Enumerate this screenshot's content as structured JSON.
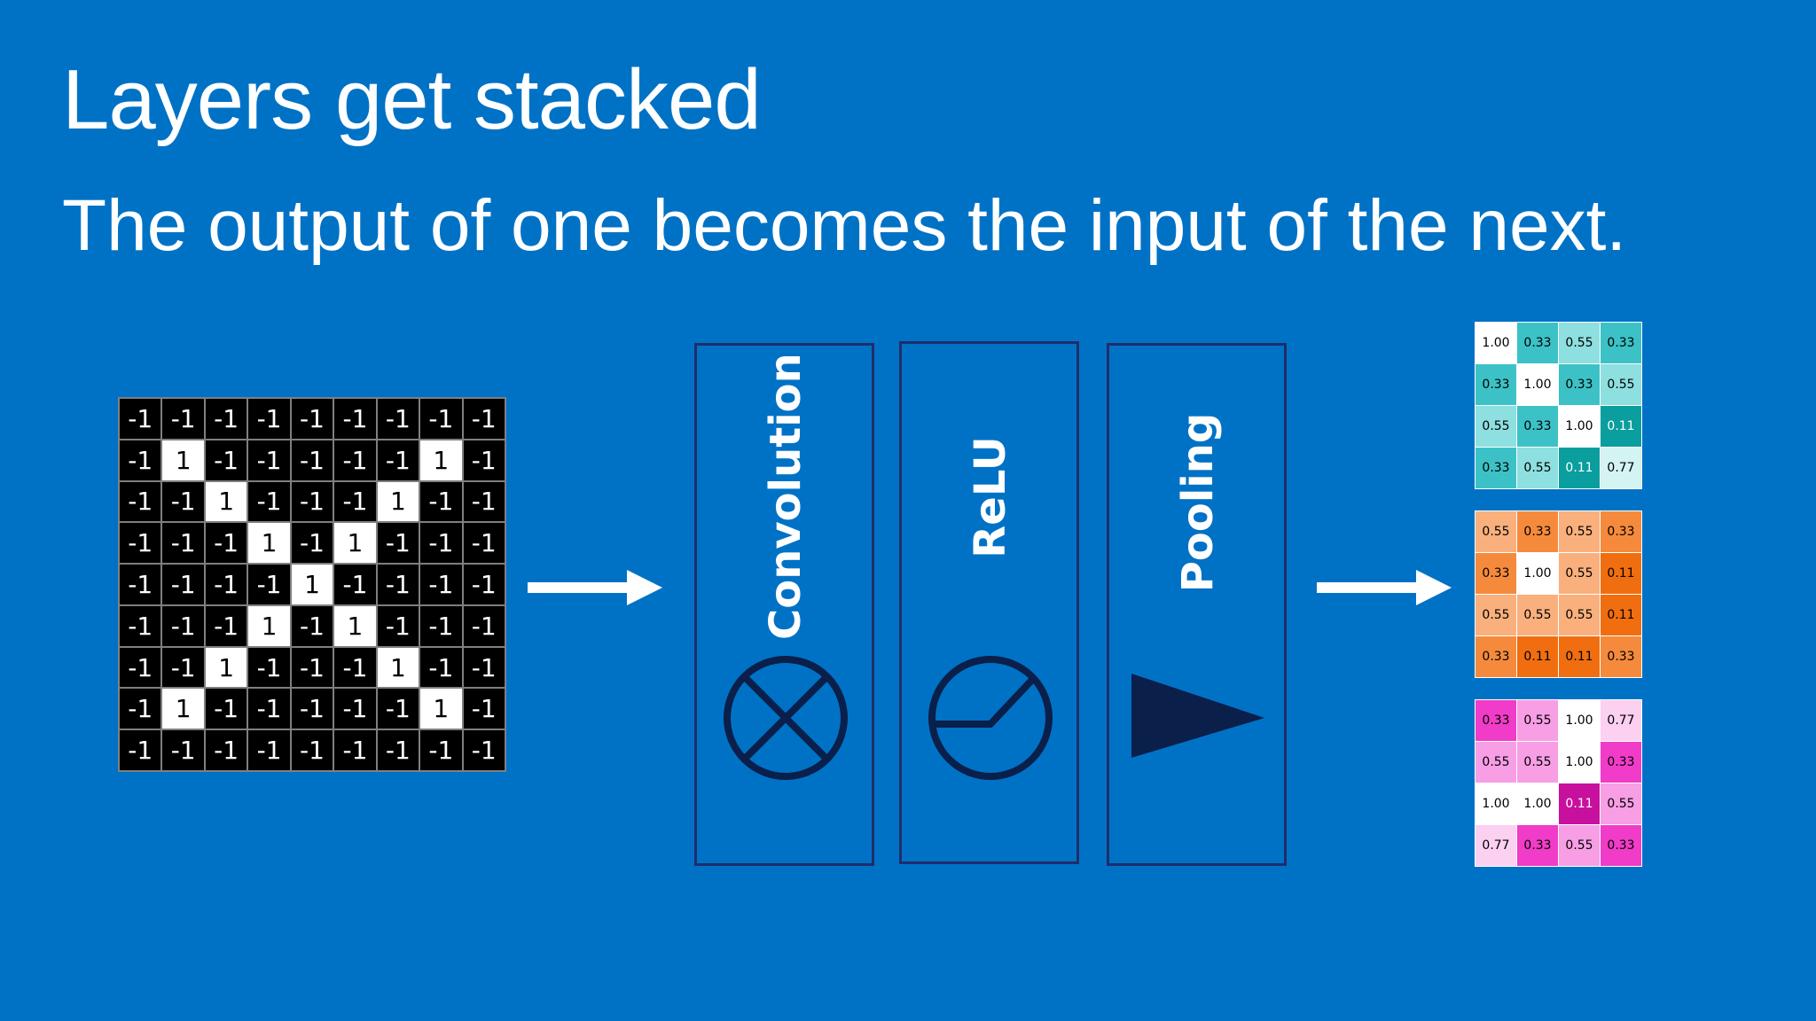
{
  "slide": {
    "title": "Layers get stacked",
    "subtitle": "The output of one becomes the input of the next."
  },
  "input_image": {
    "rows": [
      [
        "-1",
        "-1",
        "-1",
        "-1",
        "-1",
        "-1",
        "-1",
        "-1",
        "-1"
      ],
      [
        "-1",
        "1",
        "-1",
        "-1",
        "-1",
        "-1",
        "-1",
        "1",
        "-1"
      ],
      [
        "-1",
        "-1",
        "1",
        "-1",
        "-1",
        "-1",
        "1",
        "-1",
        "-1"
      ],
      [
        "-1",
        "-1",
        "-1",
        "1",
        "-1",
        "1",
        "-1",
        "-1",
        "-1"
      ],
      [
        "-1",
        "-1",
        "-1",
        "-1",
        "1",
        "-1",
        "-1",
        "-1",
        "-1"
      ],
      [
        "-1",
        "-1",
        "-1",
        "1",
        "-1",
        "1",
        "-1",
        "-1",
        "-1"
      ],
      [
        "-1",
        "-1",
        "1",
        "-1",
        "-1",
        "-1",
        "1",
        "-1",
        "-1"
      ],
      [
        "-1",
        "1",
        "-1",
        "-1",
        "-1",
        "-1",
        "-1",
        "1",
        "-1"
      ],
      [
        "-1",
        "-1",
        "-1",
        "-1",
        "-1",
        "-1",
        "-1",
        "-1",
        "-1"
      ]
    ]
  },
  "layers": [
    {
      "label": "Convolution",
      "icon": "circle-x-icon"
    },
    {
      "label": "ReLU",
      "icon": "relu-icon"
    },
    {
      "label": "Pooling",
      "icon": "triangle-icon"
    }
  ],
  "colors": {
    "background": "#0072c6",
    "layer_border": "#1f2d6b",
    "icon_dark": "#0a1f4a"
  },
  "feature_maps": [
    {
      "name": "teal",
      "values": [
        [
          "1.00",
          "0.33",
          "0.55",
          "0.33"
        ],
        [
          "0.33",
          "1.00",
          "0.33",
          "0.55"
        ],
        [
          "0.55",
          "0.33",
          "1.00",
          "0.11"
        ],
        [
          "0.33",
          "0.55",
          "0.11",
          "0.77"
        ]
      ],
      "colors": [
        [
          "#ffffff",
          "#3cc2c6",
          "#8edfdf",
          "#3cc2c6"
        ],
        [
          "#3cc2c6",
          "#ffffff",
          "#3cc2c6",
          "#8edfdf"
        ],
        [
          "#8edfdf",
          "#3cc2c6",
          "#ffffff",
          "#0a9e9e"
        ],
        [
          "#3cc2c6",
          "#8edfdf",
          "#0a9e9e",
          "#d4f3f3"
        ]
      ],
      "text_colors": [
        [
          "#000",
          "#000",
          "#000",
          "#000"
        ],
        [
          "#000",
          "#000",
          "#000",
          "#000"
        ],
        [
          "#000",
          "#000",
          "#000",
          "#ffffff"
        ],
        [
          "#000",
          "#000",
          "#ffffff",
          "#000"
        ]
      ]
    },
    {
      "name": "orange",
      "values": [
        [
          "0.55",
          "0.33",
          "0.55",
          "0.33"
        ],
        [
          "0.33",
          "1.00",
          "0.55",
          "0.11"
        ],
        [
          "0.55",
          "0.55",
          "0.55",
          "0.11"
        ],
        [
          "0.33",
          "0.11",
          "0.11",
          "0.33"
        ]
      ],
      "colors": [
        [
          "#f9b07c",
          "#f58a3c",
          "#f9b07c",
          "#f58a3c"
        ],
        [
          "#f58a3c",
          "#ffffff",
          "#f9b07c",
          "#f06e10"
        ],
        [
          "#f9b07c",
          "#f9b07c",
          "#f9b07c",
          "#f06e10"
        ],
        [
          "#f58a3c",
          "#f06e10",
          "#f06e10",
          "#f58a3c"
        ]
      ],
      "text_colors": [
        [
          "#000",
          "#000",
          "#000",
          "#000"
        ],
        [
          "#000",
          "#000",
          "#000",
          "#000"
        ],
        [
          "#000",
          "#000",
          "#000",
          "#000"
        ],
        [
          "#000",
          "#000",
          "#000",
          "#000"
        ]
      ]
    },
    {
      "name": "magenta",
      "values": [
        [
          "0.33",
          "0.55",
          "1.00",
          "0.77"
        ],
        [
          "0.55",
          "0.55",
          "1.00",
          "0.33"
        ],
        [
          "1.00",
          "1.00",
          "0.11",
          "0.55"
        ],
        [
          "0.77",
          "0.33",
          "0.55",
          "0.33"
        ]
      ],
      "colors": [
        [
          "#f03cc8",
          "#f79ee5",
          "#ffffff",
          "#fbd0f1"
        ],
        [
          "#f79ee5",
          "#f79ee5",
          "#ffffff",
          "#f03cc8"
        ],
        [
          "#ffffff",
          "#ffffff",
          "#c8109e",
          "#f79ee5"
        ],
        [
          "#fbd0f1",
          "#f03cc8",
          "#f79ee5",
          "#f03cc8"
        ]
      ],
      "text_colors": [
        [
          "#000",
          "#000",
          "#000",
          "#000"
        ],
        [
          "#000",
          "#000",
          "#000",
          "#000"
        ],
        [
          "#000",
          "#000",
          "#ffffff",
          "#000"
        ],
        [
          "#000",
          "#000",
          "#000",
          "#000"
        ]
      ]
    }
  ]
}
